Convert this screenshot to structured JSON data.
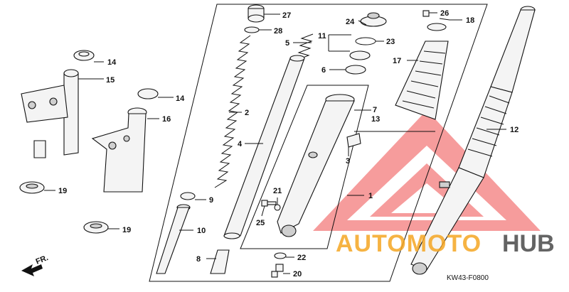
{
  "callouts": [
    {
      "id": "c27",
      "text": "27"
    },
    {
      "id": "c28",
      "text": "28"
    },
    {
      "id": "c24",
      "text": "24"
    },
    {
      "id": "c11",
      "text": "11"
    },
    {
      "id": "c23",
      "text": "23"
    },
    {
      "id": "c5",
      "text": "5"
    },
    {
      "id": "c6",
      "text": "6"
    },
    {
      "id": "c26",
      "text": "26"
    },
    {
      "id": "c18",
      "text": "18"
    },
    {
      "id": "c17",
      "text": "17"
    },
    {
      "id": "c14a",
      "text": "14"
    },
    {
      "id": "c15",
      "text": "15"
    },
    {
      "id": "c14b",
      "text": "14"
    },
    {
      "id": "c16",
      "text": "16"
    },
    {
      "id": "c2",
      "text": "2"
    },
    {
      "id": "c7",
      "text": "7"
    },
    {
      "id": "c13",
      "text": "13"
    },
    {
      "id": "c12",
      "text": "12"
    },
    {
      "id": "c4",
      "text": "4"
    },
    {
      "id": "c3",
      "text": "3"
    },
    {
      "id": "c19a",
      "text": "19"
    },
    {
      "id": "c19b",
      "text": "19"
    },
    {
      "id": "c9",
      "text": "9"
    },
    {
      "id": "c21",
      "text": "21"
    },
    {
      "id": "c1",
      "text": "1"
    },
    {
      "id": "c25",
      "text": "25"
    },
    {
      "id": "c10",
      "text": "10"
    },
    {
      "id": "c8",
      "text": "8"
    },
    {
      "id": "c22",
      "text": "22"
    },
    {
      "id": "c20",
      "text": "20"
    }
  ],
  "direction_label": "FR.",
  "diagram_code": "KW43-F0800",
  "watermark": {
    "brand_left": "AUTOMOTO",
    "brand_right": "HUB",
    "color_left": "#f5a623",
    "color_right": "#4a4a4a",
    "triangle_color": "#ef3b3b"
  }
}
